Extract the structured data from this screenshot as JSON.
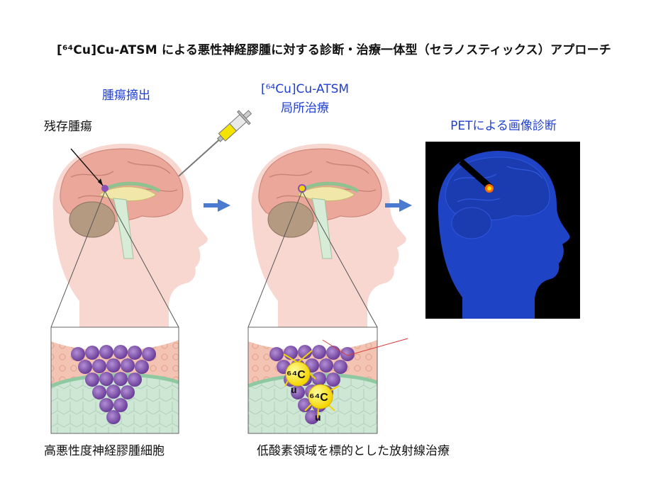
{
  "title": "[⁶⁴Cu]Cu-ATSM による悪性神経膠腫に対する診断・治療一体型（セラノスティックス）アプローチ",
  "step1": {
    "label": "腫瘍摘出",
    "residual": "残存腫瘍",
    "caption": "高悪性度神経膠腫細胞"
  },
  "step2": {
    "label_line1": "[⁶⁴Cu]Cu-ATSM",
    "label_line2": "局所治療",
    "caption": "低酸素領域を標的とした放射線治療",
    "isotope_label": "⁶⁴C",
    "isotope_suffix": "u"
  },
  "step3": {
    "label": "PETによる画像診断"
  },
  "colors": {
    "label_blue": "#1f3fd0",
    "arrow_blue": "#4a7bd0",
    "head_skin": "#f7d7d0",
    "brain_pink": "#eaa79a",
    "pet_background": "#000000",
    "pet_head": "#1e43c4",
    "tumor_purple": "#7a4ca8"
  }
}
